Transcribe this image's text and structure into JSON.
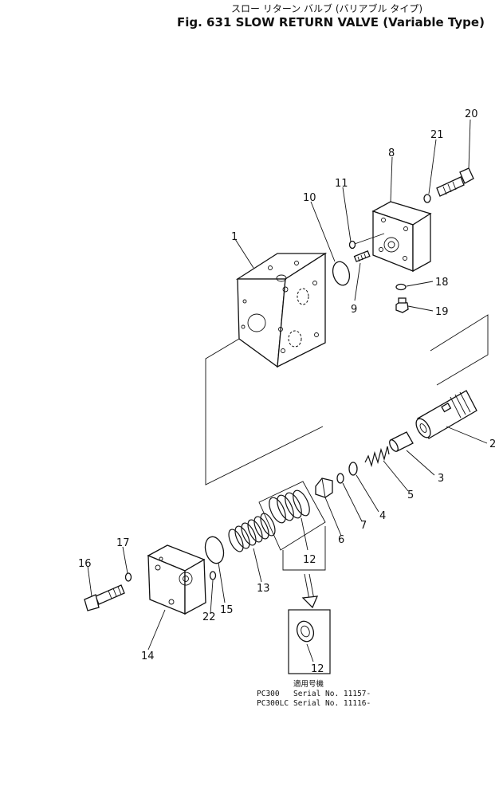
{
  "header": {
    "title_japanese": "スロー リターン バルブ (バリアブル タイプ)",
    "title": "Fig. 631 SLOW RETURN VALVE (Variable Type)"
  },
  "callouts": [
    "1",
    "2",
    "3",
    "4",
    "5",
    "6",
    "7",
    "8",
    "9",
    "10",
    "11",
    "12",
    "12",
    "13",
    "14",
    "15",
    "16",
    "17",
    "18",
    "19",
    "20",
    "21",
    "22"
  ],
  "applicability": {
    "heading_japanese": "適用号機",
    "rows": [
      {
        "model": "PC300",
        "serial": "Serial No. 11157-"
      },
      {
        "model": "PC300LC",
        "serial": "Serial No. 11116-"
      }
    ]
  }
}
